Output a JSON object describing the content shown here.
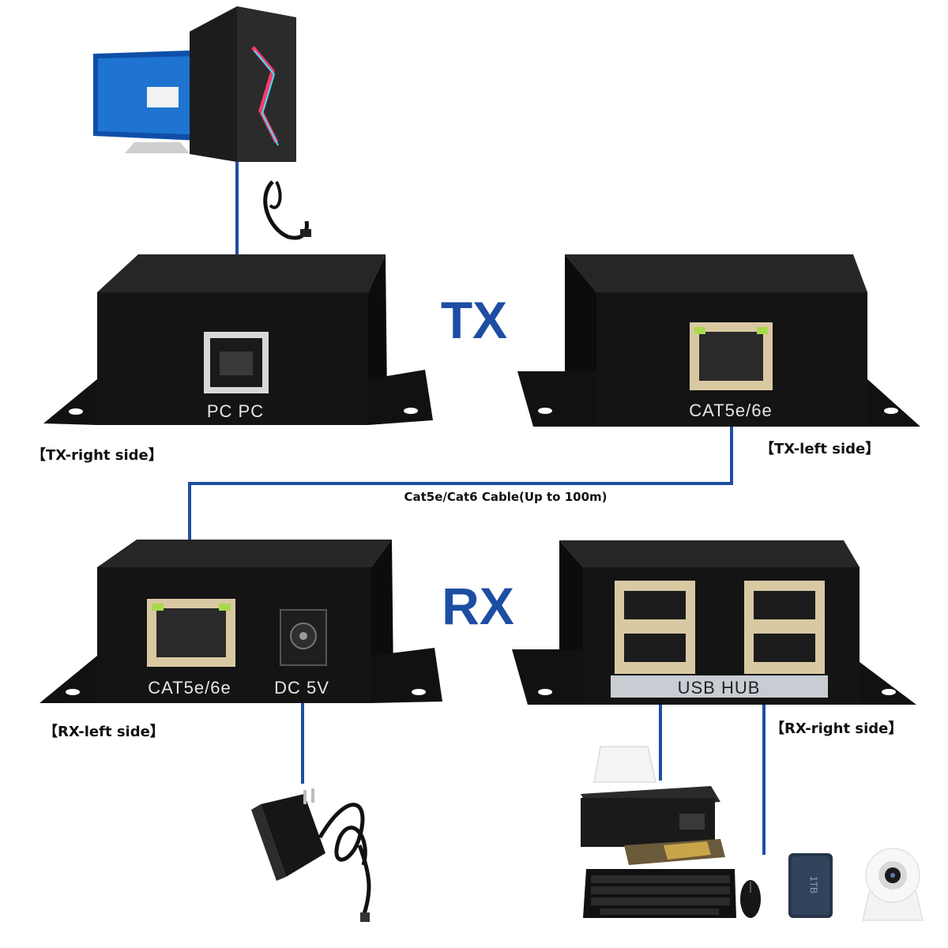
{
  "tx_label": "TX",
  "rx_label": "RX",
  "tx_right_side_label": "【TX-right side】",
  "tx_left_side_label": "【TX-left side】",
  "rx_left_side_label": "【RX-left side】",
  "rx_right_side_label": "【RX-right side】",
  "cable_caption": "Cat5e/Cat6 Cable(Up to 100m)",
  "tx_right_port_label": "PC PC",
  "tx_left_port_label": "CAT5e/6e",
  "rx_left_port_label": "CAT5e/6e",
  "rx_power_port_label": "DC 5V",
  "usb_hub_label": "USB HUB",
  "hdd_label": "1TB",
  "colors": {
    "cable": "#1d4ea3",
    "device": "#141414",
    "accent_blue": "#1d4ea3"
  },
  "icons": [
    "computer-icon",
    "usb-cable-icon",
    "power-adapter-icon",
    "printer-icon",
    "keyboard-icon",
    "mouse-icon",
    "hard-drive-icon",
    "ip-camera-icon"
  ]
}
